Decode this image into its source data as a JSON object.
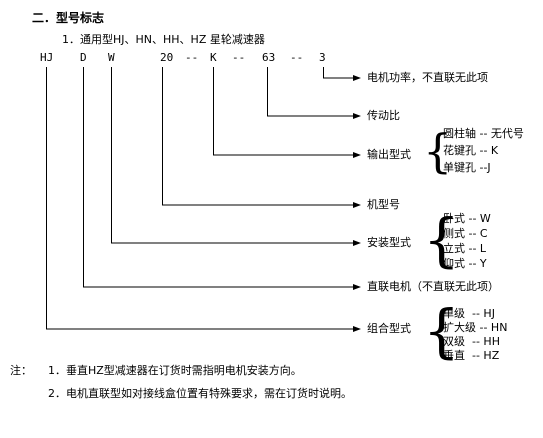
{
  "heading": "二．型号标志",
  "subheading": "1．通用型HJ、HN、HH、HZ 星轮减速器",
  "code_parts": [
    "HJ",
    "D",
    "W",
    "20",
    "--",
    "K",
    "--",
    "63",
    "--",
    "3"
  ],
  "labels": {
    "power": "电机功率，不直联无此项",
    "ratio": "传动比",
    "output": "输出型式",
    "frame": "机型号",
    "mounting": "安装型式",
    "direct_motor": "直联电机（不直联无此项）",
    "combo": "组合型式"
  },
  "output_options": [
    "圆柱轴 -- 无代号",
    "花键孔 -- K",
    "单键孔 --J"
  ],
  "mounting_options": [
    "卧式 -- W",
    "侧式 -- C",
    "立式 -- L",
    "仰式 -- Y"
  ],
  "combo_options": [
    "单级  -- HJ",
    "扩大级 -- HN",
    "双级  -- HH",
    "垂直  -- HZ"
  ],
  "notes_label": "注：",
  "notes": [
    "1．垂直HZ型减速器在订货时需指明电机安装方向。",
    "2．电机直联型如对接线盒位置有特殊要求，需在订货时说明。"
  ]
}
